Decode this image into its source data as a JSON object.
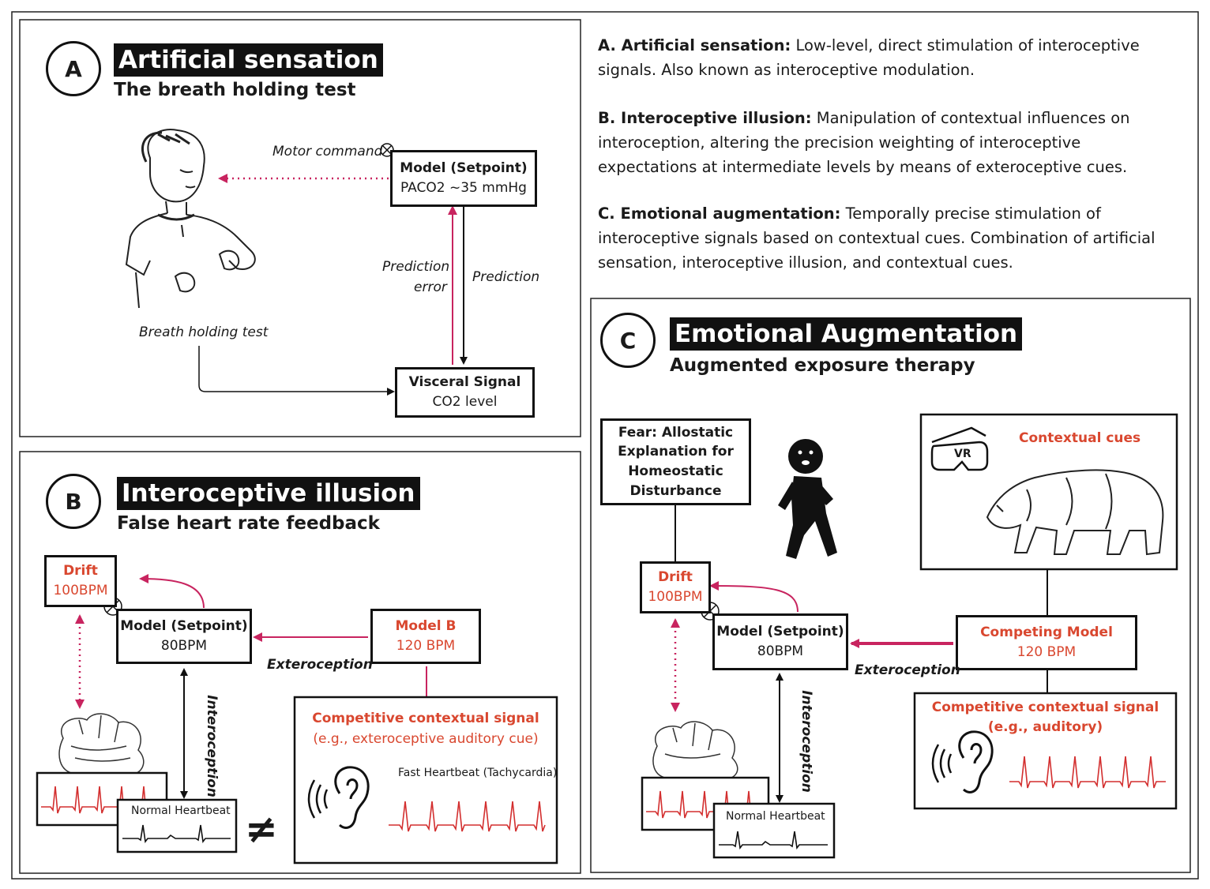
{
  "panel_a": {
    "letter": "A",
    "title": "Artificial sensation",
    "subtitle": "The breath holding test",
    "motor_command": "Motor command",
    "model_title": "Model (Setpoint)",
    "model_value": "PACO2 ~35 mmHg",
    "prediction_error_line1": "Prediction",
    "prediction_error_line2": "error",
    "prediction": "Prediction",
    "breath_holding_test": "Breath holding test",
    "visceral_title": "Visceral Signal",
    "visceral_value": "CO2 level"
  },
  "panel_b": {
    "letter": "B",
    "title": "Interoceptive illusion",
    "subtitle": "False heart rate feedback",
    "drift_title": "Drift",
    "drift_value": "100BPM",
    "model_title": "Model (Setpoint)",
    "model_value": "80BPM",
    "model_b_title": "Model B",
    "model_b_value": "120 BPM",
    "exteroception": "Exteroception",
    "interoception": "Interoception",
    "competitive_title": "Competitive contextual signal",
    "competitive_sub": "(e.g., exteroceptive auditory cue)",
    "fast_heartbeat": "Fast Heartbeat (Tachycardia)",
    "normal_heartbeat": "Normal Heartbeat",
    "not_equal": "≠"
  },
  "descriptions": {
    "a_label": "A. Artificial sensation:",
    "a_text": "Low-level, direct stimulation of interoceptive signals. Also known as interoceptive modulation.",
    "b_label": "B. Interoceptive illusion:",
    "b_text": "Manipulation of contextual influences on interoception, altering the precision weighting of  interoceptive expectations at intermediate levels by means of exteroceptive cues.",
    "c_label": "C. Emotional augmentation:",
    "c_text": "Temporally precise stimulation of interoceptive signals based on contextual cues. Combination of artificial sensation, interoceptive illusion, and contextual cues."
  },
  "panel_c": {
    "letter": "C",
    "title": "Emotional Augmentation",
    "subtitle": "Augmented exposure therapy",
    "fear_line1": "Fear: Allostatic",
    "fear_line2": "Explanation for",
    "fear_line3": "Homeostatic",
    "fear_line4": "Disturbance",
    "contextual_cues": "Contextual cues",
    "vr_label": "VR",
    "drift_title": "Drift",
    "drift_value": "100BPM",
    "model_title": "Model (Setpoint)",
    "model_value": "80BPM",
    "competing_title": "Competing Model",
    "competing_value": "120 BPM",
    "exteroception": "Exteroception",
    "interoception": "Interoception",
    "competitive_title": "Competitive contextual signal",
    "competitive_sub": "(e.g., auditory)",
    "normal_heartbeat": "Normal Heartbeat"
  },
  "colors": {
    "accent_red": "#d9472f",
    "arrow_magenta": "#c8245f",
    "ink": "#111111"
  }
}
